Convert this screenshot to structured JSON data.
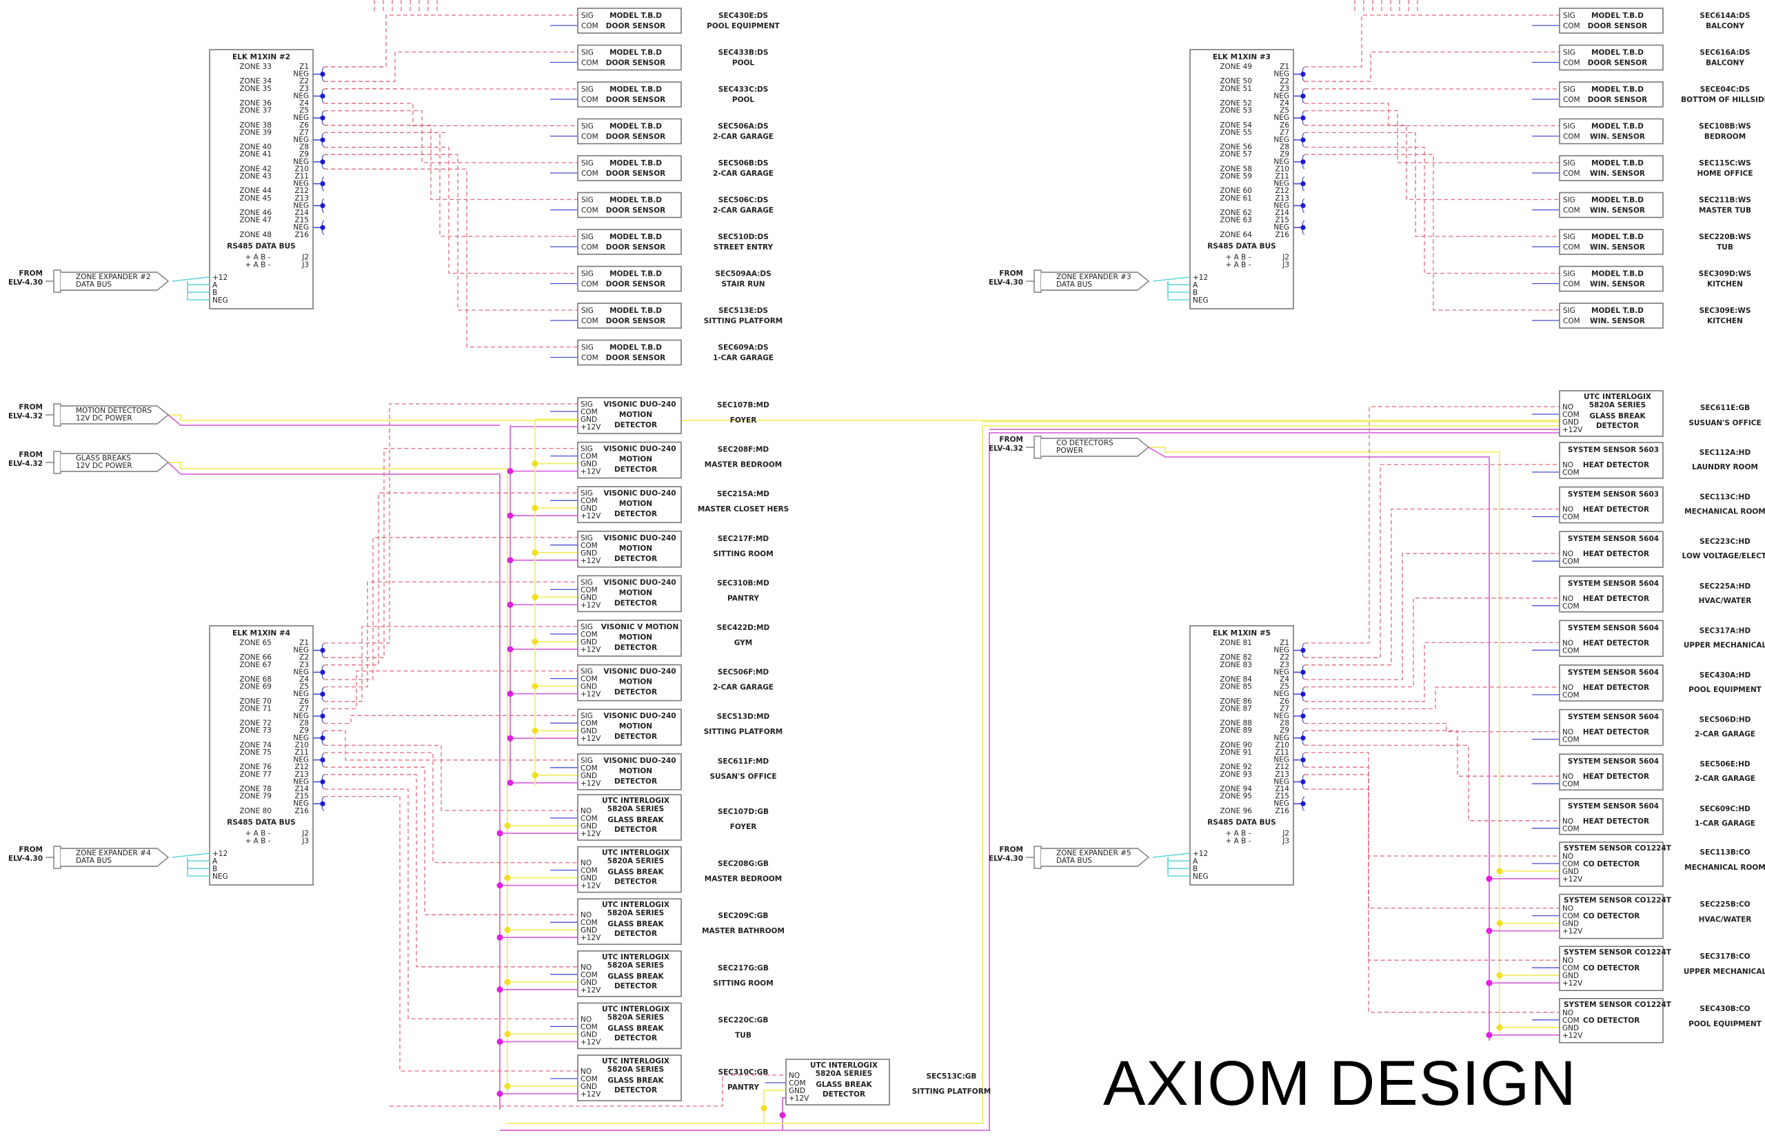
{
  "drawing": {
    "brand": "AXIOM DESIGN",
    "colors": {
      "signal_wire": "#e06a7a",
      "common_wire": "#4b4bd0",
      "ground_wire": "#f2ef6a",
      "power_wire": "#d96bdd",
      "data_bus": "#5ed3d8",
      "junction_neg": "#1a1ad6",
      "junction_power": "#e020e0",
      "junction_ground": "#f0e020"
    }
  },
  "panels": [
    {
      "id": "elk2",
      "title": "ELK M1XIN #2",
      "zones": [
        "ZONE 33",
        "ZONE 34",
        "ZONE 35",
        "ZONE 36",
        "ZONE 37",
        "ZONE 38",
        "ZONE 39",
        "ZONE 40",
        "ZONE 41",
        "ZONE 42",
        "ZONE 43",
        "ZONE 44",
        "ZONE 45",
        "ZONE 46",
        "ZONE 47",
        "ZONE 48"
      ],
      "bus_label": "RS485 DATA BUS",
      "bus_rows": [
        {
          "pins": "+ A B -",
          "jack": "J2"
        },
        {
          "pins": "+ A B -",
          "jack": "J3"
        }
      ],
      "power_pins": [
        "+12",
        "A",
        "B",
        "NEG"
      ],
      "feed": {
        "from": "FROM",
        "source": "ELV-4.30",
        "line1": "ZONE EXPANDER #2",
        "line2": "DATA BUS"
      }
    },
    {
      "id": "elk3",
      "title": "ELK M1XIN #3",
      "zones": [
        "ZONE 49",
        "ZONE 50",
        "ZONE 51",
        "ZONE 52",
        "ZONE 53",
        "ZONE 54",
        "ZONE 55",
        "ZONE 56",
        "ZONE 57",
        "ZONE 58",
        "ZONE 59",
        "ZONE 60",
        "ZONE 61",
        "ZONE 62",
        "ZONE 63",
        "ZONE 64"
      ],
      "bus_label": "RS485 DATA BUS",
      "bus_rows": [
        {
          "pins": "+ A B -",
          "jack": "J2"
        },
        {
          "pins": "+ A B -",
          "jack": "J3"
        }
      ],
      "power_pins": [
        "+12",
        "A",
        "B",
        "NEG"
      ],
      "feed": {
        "from": "FROM",
        "source": "ELV-4.30",
        "line1": "ZONE EXPANDER #3",
        "line2": "DATA BUS"
      }
    },
    {
      "id": "elk4",
      "title": "ELK M1XIN #4",
      "zones": [
        "ZONE 65",
        "ZONE 66",
        "ZONE 67",
        "ZONE 68",
        "ZONE 69",
        "ZONE 70",
        "ZONE 71",
        "ZONE 72",
        "ZONE 73",
        "ZONE 74",
        "ZONE 75",
        "ZONE 76",
        "ZONE 77",
        "ZONE 78",
        "ZONE 79",
        "ZONE 80"
      ],
      "bus_label": "RS485 DATA BUS",
      "bus_rows": [
        {
          "pins": "+ A B -",
          "jack": "J2"
        },
        {
          "pins": "+ A B -",
          "jack": "J3"
        }
      ],
      "power_pins": [
        "+12",
        "A",
        "B",
        "NEG"
      ],
      "feed": {
        "from": "FROM",
        "source": "ELV-4.30",
        "line1": "ZONE EXPANDER #4",
        "line2": "DATA BUS"
      }
    },
    {
      "id": "elk5",
      "title": "ELK M1XIN #5",
      "zones": [
        "ZONE 81",
        "ZONE 82",
        "ZONE 83",
        "ZONE 84",
        "ZONE 85",
        "ZONE 86",
        "ZONE 87",
        "ZONE 88",
        "ZONE 89",
        "ZONE 90",
        "ZONE 91",
        "ZONE 92",
        "ZONE 93",
        "ZONE 94",
        "ZONE 95",
        "ZONE 96"
      ],
      "bus_label": "RS485 DATA BUS",
      "bus_rows": [
        {
          "pins": "+ A B -",
          "jack": "J2"
        },
        {
          "pins": "+ A B -",
          "jack": "J3"
        }
      ],
      "power_pins": [
        "+12",
        "A",
        "B",
        "NEG"
      ],
      "feed": {
        "from": "FROM",
        "source": "ELV-4.30",
        "line1": "ZONE EXPANDER #5",
        "line2": "DATA BUS"
      }
    }
  ],
  "terminal_labels": {
    "zones": [
      "Z1",
      "NEG",
      "Z2",
      "Z3",
      "NEG",
      "Z4",
      "Z5",
      "NEG",
      "Z6",
      "Z7",
      "NEG",
      "Z8",
      "Z9",
      "NEG",
      "Z10",
      "Z11",
      "NEG",
      "Z12",
      "Z13",
      "NEG",
      "Z14",
      "Z15",
      "NEG",
      "Z16"
    ]
  },
  "power_feeds": [
    {
      "id": "motion-power",
      "from": "FROM",
      "source": "ELV-4.32",
      "line1": "MOTION DETECTORS",
      "line2": "12V DC POWER"
    },
    {
      "id": "glassbreak-power",
      "from": "FROM",
      "source": "ELV-4.32",
      "line1": "GLASS BREAKS",
      "line2": "12V DC POWER"
    },
    {
      "id": "co-power",
      "from": "FROM",
      "source": "ELV-4.32",
      "line1": "CO DETECTORS",
      "line2": "POWER"
    }
  ],
  "device_groups": {
    "door_sensors_elk2": [
      {
        "model": "MODEL T.B.D",
        "type": "DOOR SENSOR",
        "tag": "SEC430E:DS",
        "room": "POOL EQUIPMENT"
      },
      {
        "model": "MODEL T.B.D",
        "type": "DOOR SENSOR",
        "tag": "SEC433B:DS",
        "room": "POOL"
      },
      {
        "model": "MODEL T.B.D",
        "type": "DOOR SENSOR",
        "tag": "SEC433C:DS",
        "room": "POOL"
      },
      {
        "model": "MODEL T.B.D",
        "type": "DOOR SENSOR",
        "tag": "SEC506A:DS",
        "room": "2-CAR GARAGE"
      },
      {
        "model": "MODEL T.B.D",
        "type": "DOOR SENSOR",
        "tag": "SEC506B:DS",
        "room": "2-CAR GARAGE"
      },
      {
        "model": "MODEL T.B.D",
        "type": "DOOR SENSOR",
        "tag": "SEC506C:DS",
        "room": "2-CAR GARAGE"
      },
      {
        "model": "MODEL T.B.D",
        "type": "DOOR SENSOR",
        "tag": "SEC510D:DS",
        "room": "STREET ENTRY"
      },
      {
        "model": "MODEL T.B.D",
        "type": "DOOR SENSOR",
        "tag": "SEC509AA:DS",
        "room": "STAIR RUN"
      },
      {
        "model": "MODEL T.B.D",
        "type": "DOOR SENSOR",
        "tag": "SEC513E:DS",
        "room": "SITTING PLATFORM"
      },
      {
        "model": "MODEL T.B.D",
        "type": "DOOR SENSOR",
        "tag": "SEC609A:DS",
        "room": "1-CAR GARAGE"
      }
    ],
    "door_window_sensors_elk3": [
      {
        "model": "MODEL T.B.D",
        "type": "DOOR SENSOR",
        "tag": "SEC614A:DS",
        "room": "BALCONY"
      },
      {
        "model": "MODEL T.B.D",
        "type": "DOOR SENSOR",
        "tag": "SEC616A:DS",
        "room": "BALCONY"
      },
      {
        "model": "MODEL T.B.D",
        "type": "DOOR SENSOR",
        "tag": "SECE04C:DS",
        "room": "BOTTOM OF HILLSIDE"
      },
      {
        "model": "MODEL T.B.D",
        "type": "WIN. SENSOR",
        "tag": "SEC108B:WS",
        "room": "BEDROOM"
      },
      {
        "model": "MODEL T.B.D",
        "type": "WIN. SENSOR",
        "tag": "SEC115C:WS",
        "room": "HOME OFFICE"
      },
      {
        "model": "MODEL T.B.D",
        "type": "WIN. SENSOR",
        "tag": "SEC211B:WS",
        "room": "MASTER TUB"
      },
      {
        "model": "MODEL T.B.D",
        "type": "WIN. SENSOR",
        "tag": "SEC220B:WS",
        "room": "TUB"
      },
      {
        "model": "MODEL T.B.D",
        "type": "WIN. SENSOR",
        "tag": "SEC309D:WS",
        "room": "KITCHEN"
      },
      {
        "model": "MODEL T.B.D",
        "type": "WIN. SENSOR",
        "tag": "SEC309E:WS",
        "room": "KITCHEN"
      }
    ],
    "motion_detectors_elk4": [
      {
        "model": "VISONIC DUO-240",
        "type1": "MOTION",
        "type2": "DETECTOR",
        "tag": "SEC107B:MD",
        "room": "FOYER"
      },
      {
        "model": "VISONIC DUO-240",
        "type1": "MOTION",
        "type2": "DETECTOR",
        "tag": "SEC208F:MD",
        "room": "MASTER BEDROOM"
      },
      {
        "model": "VISONIC DUO-240",
        "type1": "MOTION",
        "type2": "DETECTOR",
        "tag": "SEC215A:MD",
        "room": "MASTER CLOSET HERS"
      },
      {
        "model": "VISONIC DUO-240",
        "type1": "MOTION",
        "type2": "DETECTOR",
        "tag": "SEC217F:MD",
        "room": "SITTING ROOM"
      },
      {
        "model": "VISONIC DUO-240",
        "type1": "MOTION",
        "type2": "DETECTOR",
        "tag": "SEC310B:MD",
        "room": "PANTRY"
      },
      {
        "model": "VISONIC V MOTION",
        "type1": "MOTION",
        "type2": "DETECTOR",
        "tag": "SEC422D:MD",
        "room": "GYM"
      },
      {
        "model": "VISONIC DUO-240",
        "type1": "MOTION",
        "type2": "DETECTOR",
        "tag": "SEC506F:MD",
        "room": "2-CAR GARAGE"
      },
      {
        "model": "VISONIC DUO-240",
        "type1": "MOTION",
        "type2": "DETECTOR",
        "tag": "SEC513D:MD",
        "room": "SITTING PLATFORM"
      },
      {
        "model": "VISONIC DUO-240",
        "type1": "MOTION",
        "type2": "DETECTOR",
        "tag": "SEC611F:MD",
        "room": "SUSAN'S OFFICE"
      }
    ],
    "glass_breaks_elk4": [
      {
        "brand": "UTC INTERLOGIX",
        "model": "5820A SERIES",
        "type1": "GLASS BREAK",
        "type2": "DETECTOR",
        "tag": "SEC107D:GB",
        "room": "FOYER"
      },
      {
        "brand": "UTC INTERLOGIX",
        "model": "5820A SERIES",
        "type1": "GLASS BREAK",
        "type2": "DETECTOR",
        "tag": "SEC208G:GB",
        "room": "MASTER BEDROOM"
      },
      {
        "brand": "UTC INTERLOGIX",
        "model": "5820A SERIES",
        "type1": "GLASS BREAK",
        "type2": "DETECTOR",
        "tag": "SEC209C:GB",
        "room": "MASTER BATHROOM"
      },
      {
        "brand": "UTC INTERLOGIX",
        "model": "5820A SERIES",
        "type1": "GLASS BREAK",
        "type2": "DETECTOR",
        "tag": "SEC217G:GB",
        "room": "SITTING ROOM"
      },
      {
        "brand": "UTC INTERLOGIX",
        "model": "5820A SERIES",
        "type1": "GLASS BREAK",
        "type2": "DETECTOR",
        "tag": "SEC220C:GB",
        "room": "TUB"
      },
      {
        "brand": "UTC INTERLOGIX",
        "model": "5820A SERIES",
        "type1": "GLASS BREAK",
        "type2": "DETECTOR",
        "tag": "SEC310C:GB",
        "room": "PANTRY"
      }
    ],
    "glass_break_extra": {
      "brand": "UTC INTERLOGIX",
      "model": "5820A SERIES",
      "type1": "GLASS BREAK",
      "type2": "DETECTOR",
      "tag": "SEC513C:GB",
      "room": "SITTING PLATFORM"
    },
    "glass_break_elk5": {
      "brand": "UTC INTERLOGIX",
      "model": "5820A SERIES",
      "type1": "GLASS BREAK",
      "type2": "DETECTOR",
      "tag": "SEC611E:GB",
      "room": "SUSUAN'S OFFICE"
    },
    "heat_detectors_elk5": [
      {
        "model": "SYSTEM SENSOR 5603",
        "type": "HEAT DETECTOR",
        "tag": "SEC112A:HD",
        "room": "LAUNDRY ROOM"
      },
      {
        "model": "SYSTEM SENSOR 5603",
        "type": "HEAT DETECTOR",
        "tag": "SEC113C:HD",
        "room": "MECHANICAL ROOM"
      },
      {
        "model": "SYSTEM SENSOR 5604",
        "type": "HEAT DETECTOR",
        "tag": "SEC223C:HD",
        "room": "LOW VOLTAGE/ELECT."
      },
      {
        "model": "SYSTEM SENSOR 5604",
        "type": "HEAT DETECTOR",
        "tag": "SEC225A:HD",
        "room": "HVAC/WATER"
      },
      {
        "model": "SYSTEM SENSOR 5604",
        "type": "HEAT DETECTOR",
        "tag": "SEC317A:HD",
        "room": "UPPER MECHANICAL"
      },
      {
        "model": "SYSTEM SENSOR 5604",
        "type": "HEAT DETECTOR",
        "tag": "SEC430A:HD",
        "room": "POOL EQUIPMENT"
      },
      {
        "model": "SYSTEM SENSOR 5604",
        "type": "HEAT DETECTOR",
        "tag": "SEC506D:HD",
        "room": "2-CAR GARAGE"
      },
      {
        "model": "SYSTEM SENSOR 5604",
        "type": "HEAT DETECTOR",
        "tag": "SEC506E:HD",
        "room": "2-CAR GARAGE"
      },
      {
        "model": "SYSTEM SENSOR 5604",
        "type": "HEAT DETECTOR",
        "tag": "SEC609C:HD",
        "room": "1-CAR GARAGE"
      }
    ],
    "co_detectors_elk5": [
      {
        "model": "SYSTEM SENSOR CO1224T",
        "type": "CO DETECTOR",
        "tag": "SEC113B:CO",
        "room": "MECHANICAL ROOM"
      },
      {
        "model": "SYSTEM SENSOR CO1224T",
        "type": "CO DETECTOR",
        "tag": "SEC225B:CO",
        "room": "HVAC/WATER"
      },
      {
        "model": "SYSTEM SENSOR CO1224T",
        "type": "CO DETECTOR",
        "tag": "SEC317B:CO",
        "room": "UPPER MECHANICAL"
      },
      {
        "model": "SYSTEM SENSOR CO1224T",
        "type": "CO DETECTOR",
        "tag": "SEC430B:CO",
        "room": "POOL EQUIPMENT"
      }
    ]
  },
  "pin_labels": {
    "sig": "SIG",
    "com": "COM",
    "gnd": "GND",
    "pwr": "+12V",
    "no": "NO"
  }
}
